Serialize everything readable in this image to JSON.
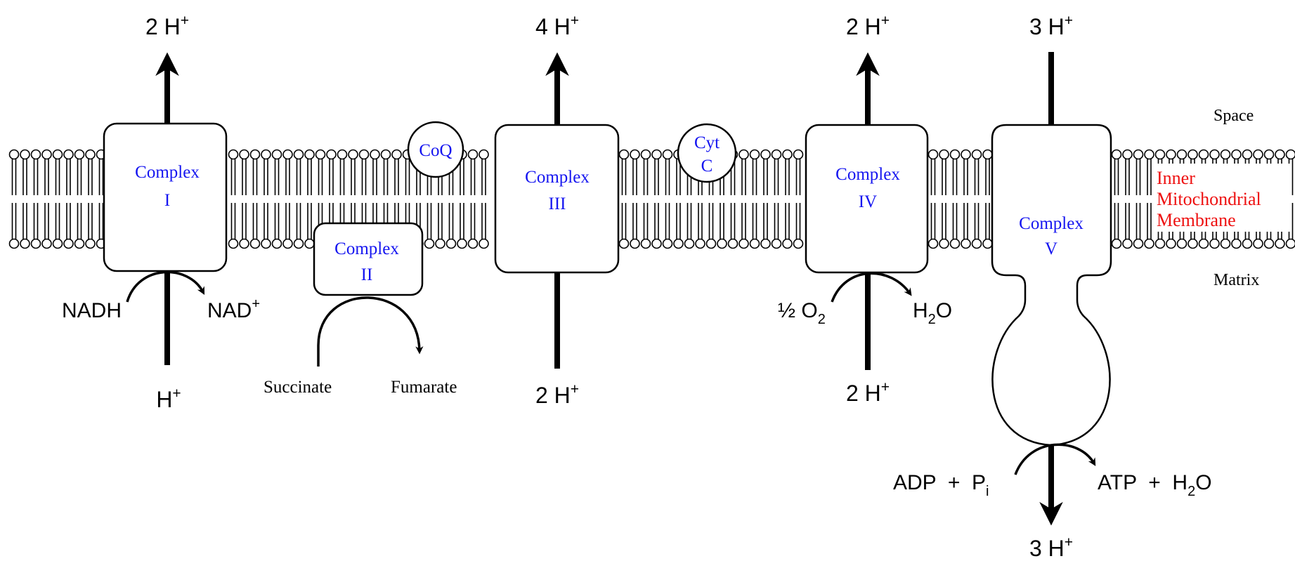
{
  "colors": {
    "complex_label": "#1515f0",
    "membrane_label": "#ee1111",
    "ink": "#000000"
  },
  "labels": {
    "space": "Space",
    "matrix": "Matrix",
    "membrane": [
      "Inner",
      "Mitochondrial",
      "Membrane"
    ]
  },
  "complexes": {
    "c1": [
      "Complex",
      "I"
    ],
    "c2": [
      "Complex",
      "II"
    ],
    "c3": [
      "Complex",
      "III"
    ],
    "c4": [
      "Complex",
      "IV"
    ],
    "c5": [
      "Complex",
      "V"
    ]
  },
  "carriers": {
    "coq": "CoQ",
    "cytc": [
      "Cyt",
      "C"
    ]
  },
  "protons": {
    "c1_out": {
      "n": "2",
      "s": "H",
      "sup": "+"
    },
    "c1_in": {
      "n": "",
      "s": "H",
      "sup": "+"
    },
    "c3_out": {
      "n": "4",
      "s": "H",
      "sup": "+"
    },
    "c3_in": {
      "n": "2",
      "s": "H",
      "sup": "+"
    },
    "c4_out": {
      "n": "2",
      "s": "H",
      "sup": "+"
    },
    "c4_in": {
      "n": "2",
      "s": "H",
      "sup": "+"
    },
    "c5_out": {
      "n": "3",
      "s": "H",
      "sup": "+"
    },
    "c5_in": {
      "n": "3",
      "s": "H",
      "sup": "+"
    }
  },
  "reactions": {
    "nadh": "NADH",
    "nad": {
      "base": "NAD",
      "sup": "+"
    },
    "succinate": "Succinate",
    "fumarate": "Fumarate",
    "half_o2": {
      "pre": "½ O",
      "sub": "2"
    },
    "h2o": {
      "pre": "H",
      "sub": "2",
      "post": "O"
    },
    "adp_pi": {
      "pre": "ADP  +  P",
      "sub": "i"
    },
    "atp_h2o": {
      "pre": "ATP  +  H",
      "sub": "2",
      "post": "O"
    }
  }
}
